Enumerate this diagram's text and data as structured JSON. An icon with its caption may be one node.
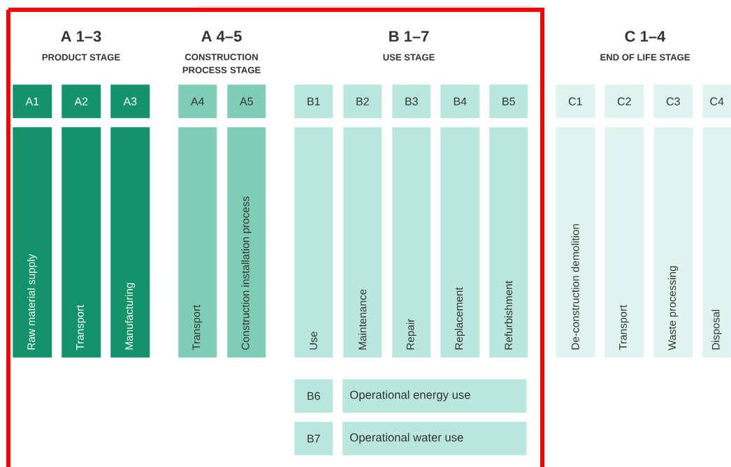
{
  "diagram": {
    "nodes": [
      {
        "text": [
          "A1"
        ]
      },
      {
        "text": [
          "A2"
        ]
      },
      {
        "text": [
          "A3"
        ]
      },
      {
        "text": [
          "A4"
        ]
      },
      {
        "text": [
          "A5"
        ]
      },
      {
        "text": [
          "B1"
        ]
      },
      {
        "text": [
          "B2"
        ]
      },
      {
        "text": [
          "B3"
        ]
      },
      {
        "text": [
          "B4"
        ]
      },
      {
        "text": [
          "B5"
        ]
      },
      {
        "text": [
          "C1"
        ]
      },
      {
        "text": [
          "C2"
        ]
      },
      {
        "text": [
          "C3"
        ]
      },
      {
        "text": [
          "C4"
        ]
      },
      {
        "text": [
          "Raw material supply"
        ]
      },
      {
        "text": [
          "Transport"
        ]
      },
      {
        "text": [
          "Manufacturing"
        ]
      },
      {
        "text": [
          "Transport"
        ]
      },
      {
        "text": [
          "Construction installation process"
        ]
      },
      {
        "text": [
          "Use"
        ]
      },
      {
        "text": [
          "Maintenance"
        ]
      },
      {
        "text": [
          "Repair"
        ]
      },
      {
        "text": [
          "Replacement"
        ]
      },
      {
        "text": [
          "Refurbishment"
        ]
      },
      {
        "text": [
          "De-construction demolition"
        ]
      },
      {
        "text": [
          "Transport"
        ]
      },
      {
        "text": [
          "Waste processing"
        ]
      },
      {
        "text": [
          "Disposal"
        ]
      },
      {
        "text": [
          "B6"
        ]
      },
      {
        "text": [
          "Operational energy use"
        ]
      },
      {
        "text": [
          "B7"
        ]
      },
      {
        "text": [
          "Operational water use"
        ]
      }
    ],
    "labels": [
      "A 1–3",
      "PRODUCT STAGE",
      "A 4–5",
      "CONSTRUCTION PROCESS STAGE",
      "B 1–7",
      "USE STAGE",
      "C 1–4",
      "END OF LIFE STAGE"
    ]
  }
}
